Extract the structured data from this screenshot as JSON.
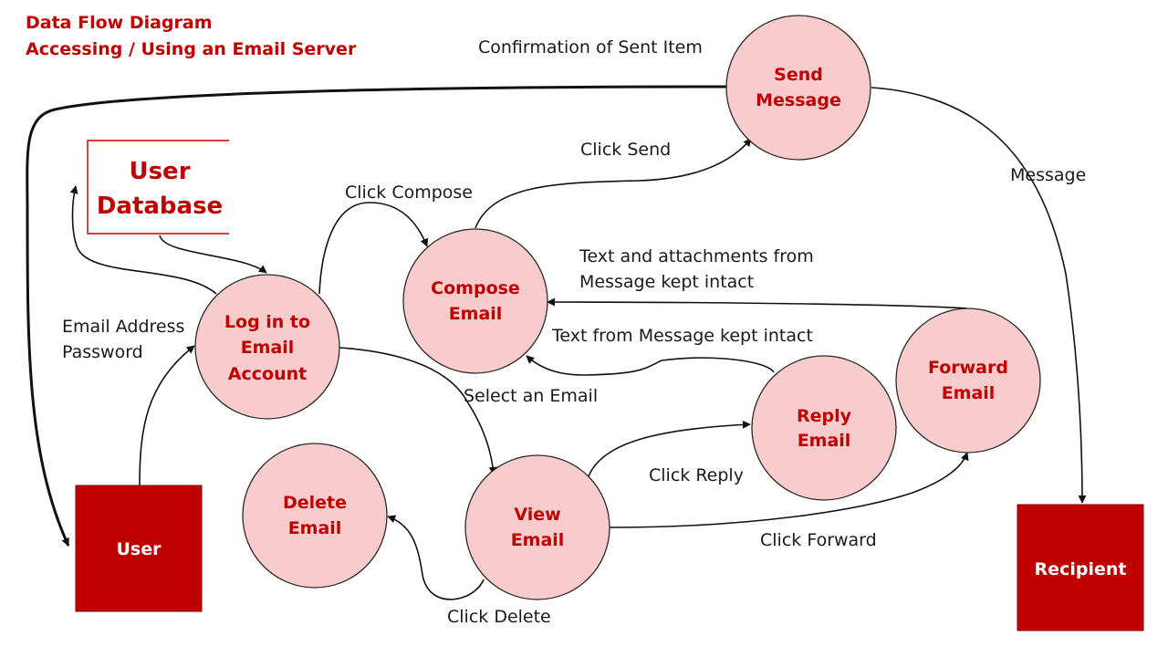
{
  "title": {
    "line1": "Data Flow Diagram",
    "line2": "Accessing / Using an Email Server"
  },
  "nodes": {
    "user_database": {
      "line1": "User",
      "line2": "Database"
    },
    "login": {
      "line1": "Log in to",
      "line2": "Email",
      "line3": "Account"
    },
    "compose": {
      "line1": "Compose",
      "line2": "Email"
    },
    "send": {
      "line1": "Send",
      "line2": "Message"
    },
    "reply": {
      "line1": "Reply",
      "line2": "Email"
    },
    "forward": {
      "line1": "Forward",
      "line2": "Email"
    },
    "view": {
      "line1": "View",
      "line2": "Email"
    },
    "delete": {
      "line1": "Delete",
      "line2": "Email"
    },
    "user": {
      "label": "User"
    },
    "recipient": {
      "label": "Recipient"
    }
  },
  "flows": {
    "confirmation": "Confirmation of Sent Item",
    "click_send": "Click Send",
    "message": "Message",
    "click_compose": "Click Compose",
    "attachments_line1": "Text and attachments from",
    "attachments_line2": "Message kept intact",
    "text_kept": "Text from Message kept intact",
    "email_address": "Email Address",
    "password": "Password",
    "select_email": "Select an Email",
    "click_reply": "Click Reply",
    "click_forward": "Click Forward",
    "click_delete": "Click Delete"
  },
  "colors": {
    "accent": "#c00000",
    "process_fill": "#f8cccd",
    "entity_fill": "#c00000"
  }
}
